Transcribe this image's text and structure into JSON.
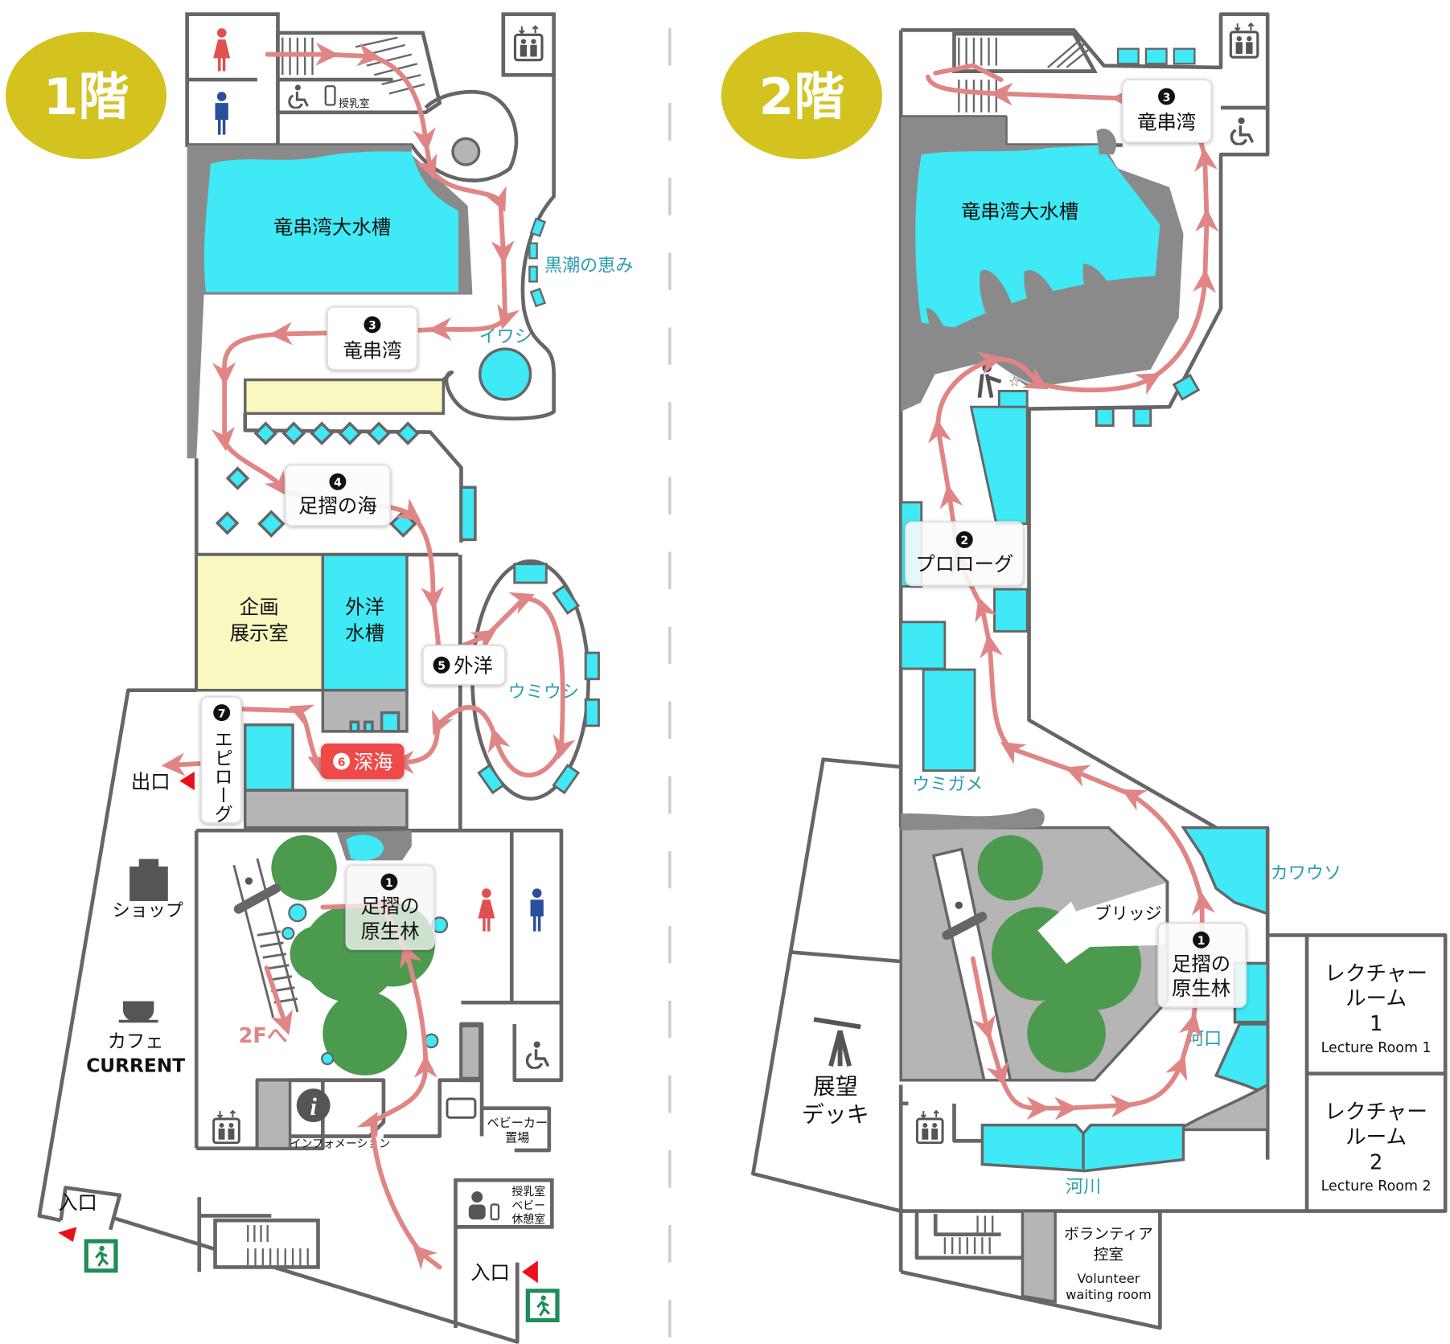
{
  "floor1": {
    "badge": "1階",
    "main_tank": "竜串湾大水槽",
    "nursing_small": "授乳室",
    "special_exhibit": [
      "企画",
      "展示室"
    ],
    "ocean_tank": [
      "外洋",
      "水槽"
    ],
    "zones": {
      "kuroshio": "黒潮の恵み",
      "sardine": "イワシ",
      "seaslug": "ウミウシ"
    },
    "stops": [
      {
        "num": "3",
        "name": "竜串湾"
      },
      {
        "num": "4",
        "name": "足摺の海"
      },
      {
        "num": "5",
        "name": "外洋"
      },
      {
        "num": "6",
        "name": "深海"
      },
      {
        "num": "7",
        "name": "エピローグ"
      },
      {
        "num": "1",
        "name": [
          "足摺の",
          "原生林"
        ]
      }
    ],
    "exit": "出口",
    "shop": "ショップ",
    "cafe": [
      "カフェ",
      "CURRENT"
    ],
    "to_2f": "2Fへ",
    "information": "インフォメーション",
    "stroller": [
      "ベビーカー",
      "置場"
    ],
    "baby_room": [
      "授乳室",
      "ベビー",
      "休憩室"
    ],
    "entrance_left": "入口",
    "entrance_right": "入口"
  },
  "floor2": {
    "badge": "2階",
    "main_tank": "竜串湾大水槽",
    "stops": [
      {
        "num": "3",
        "name": "竜串湾"
      },
      {
        "num": "2",
        "name": "プロローグ"
      },
      {
        "num": "1",
        "name": [
          "足摺の",
          "原生林"
        ]
      }
    ],
    "zones": {
      "turtle": "ウミガメ",
      "otter": "カワウソ",
      "estuary": "河口",
      "river": "河川"
    },
    "bridge": "ブリッジ",
    "deck": [
      "展望",
      "デッキ"
    ],
    "lecture1": [
      "レクチャー",
      "ルーム",
      "1",
      "Lecture Room 1"
    ],
    "lecture2": [
      "レクチャー",
      "ルーム",
      "2",
      "Lecture Room 2"
    ],
    "volunteer": [
      "ボランティア",
      "控室",
      "Volunteer",
      "waiting room"
    ]
  },
  "colors": {
    "badge": "#d4c21f",
    "water": "#3fe9f5",
    "route": "#e08585",
    "zone_label": "#2a9db0",
    "deep_sea": "#f04848",
    "exit_sign": "#1f8c5a"
  }
}
